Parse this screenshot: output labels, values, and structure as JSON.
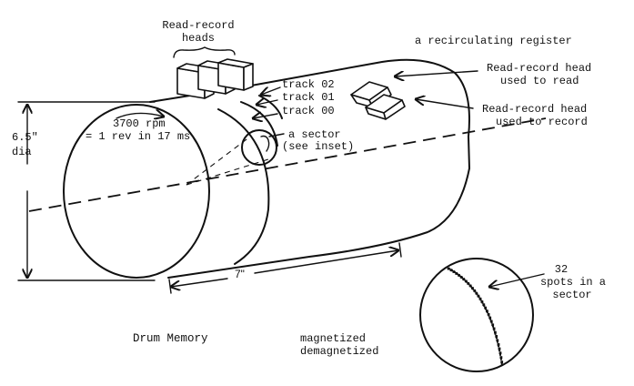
{
  "diagram": {
    "title": "Drum Memory",
    "labels": {
      "heads_group_line1": "Read-record",
      "heads_group_line2": "heads",
      "recirculating_register": "a recirculating register",
      "read_head_line1": "Read-record head",
      "read_head_line2": "used to read",
      "record_head_line1": "Read-record head",
      "record_head_line2": "used to record",
      "track_02": "track 02",
      "track_01": "track 01",
      "track_00": "track 00",
      "rpm_line1": "3700 rpm",
      "rpm_line2": "= 1 rev in 17 ms",
      "sector_line1": "a sector",
      "sector_line2": "(see inset)",
      "diameter_line1": "6.5\"",
      "diameter_line2": "dia",
      "length": "7\"",
      "spots_line1": "32",
      "spots_line2": "spots in a",
      "spots_line3": "sector",
      "legend_magnetized": "magnetized",
      "legend_demagnetized": "demagnetized"
    },
    "specs": {
      "rotation_speed_rpm": 3700,
      "revolution_time_ms": 17,
      "diameter_in": 6.5,
      "length_in": 7,
      "tracks": [
        "track 02",
        "track 01",
        "track 00"
      ],
      "spots_per_sector": 32,
      "read_record_heads_shown": 3
    },
    "colors": {
      "ink": "#111111",
      "paper": "#ffffff"
    }
  }
}
